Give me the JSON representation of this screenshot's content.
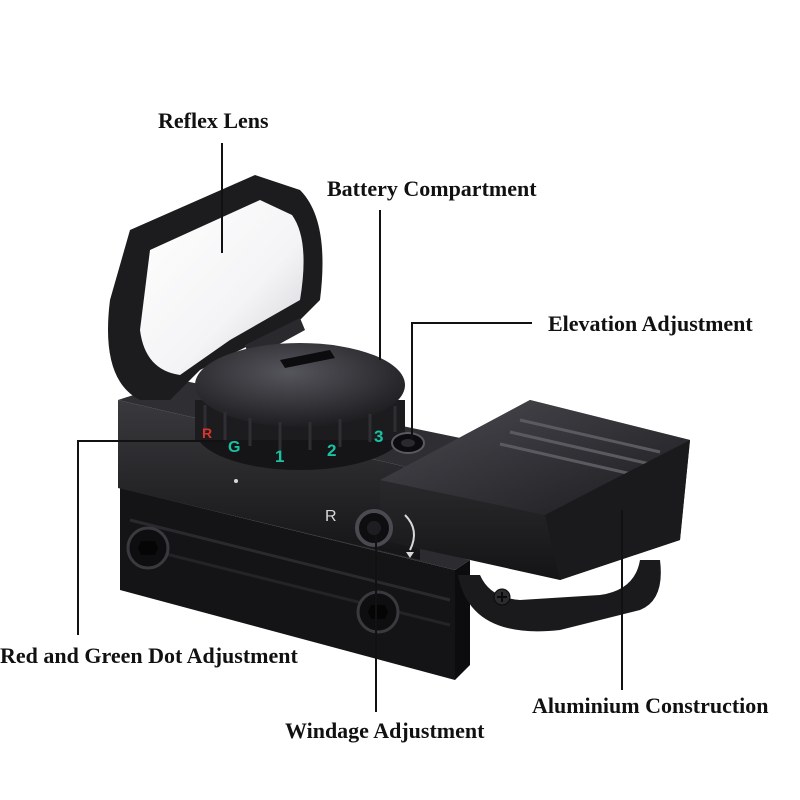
{
  "labels": {
    "reflex_lens": "Reflex Lens",
    "battery_compartment": "Battery Compartment",
    "elevation_adjustment": "Elevation Adjustment",
    "red_green_dot": "Red and Green Dot Adjustment",
    "windage_adjustment": "Windage Adjustment",
    "aluminium_construction": "Aluminium Construction"
  },
  "dial": {
    "numbers": [
      "1",
      "2",
      "3"
    ],
    "green_mark": "G",
    "red_mark": "R",
    "side_letter": "R"
  },
  "colors": {
    "body": "#1e1e20",
    "body_highlight": "#3a3a3e",
    "dial_green": "#19c2a3",
    "dial_red": "#d8342c",
    "leader_line": "#111111"
  }
}
